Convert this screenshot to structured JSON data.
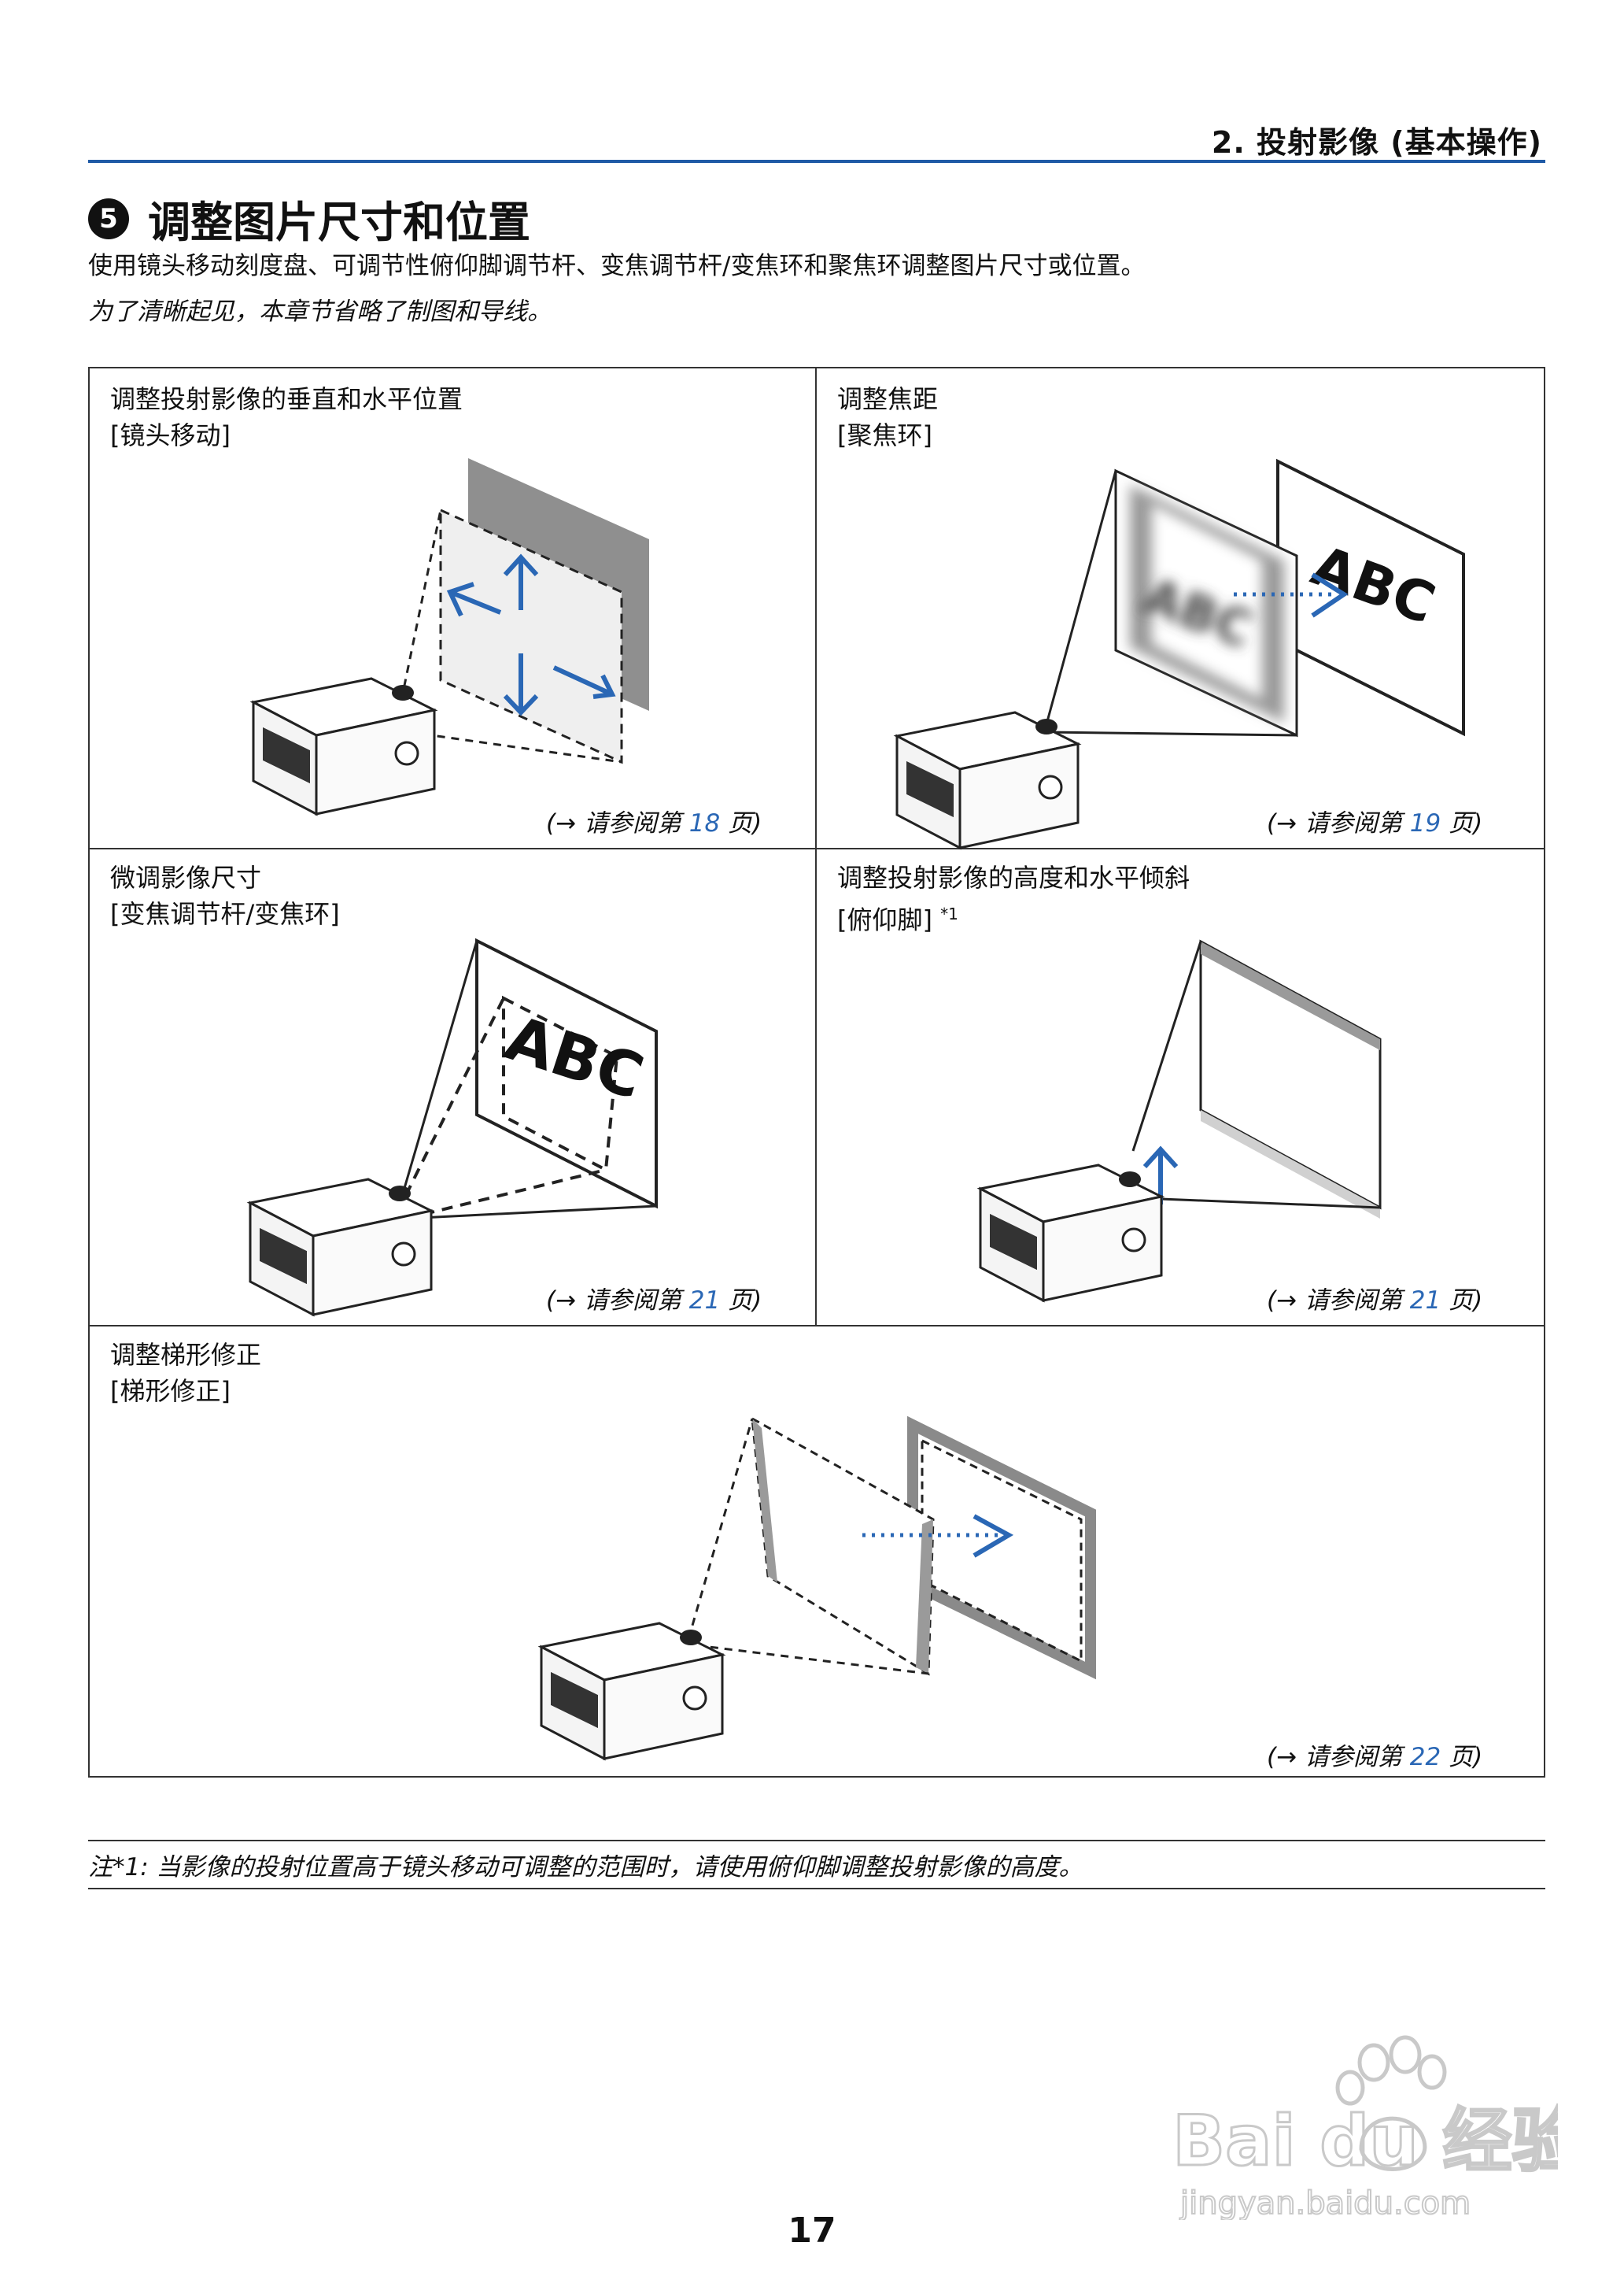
{
  "header": {
    "chapter": "2. 投射影像 (基本操作)"
  },
  "section": {
    "number": "5",
    "title": "调整图片尺寸和位置",
    "intro": "使用镜头移动刻度盘、可调节性俯仰脚调节杆、变焦调节杆/变焦环和聚焦环调整图片尺寸或位置。",
    "note": "为了清晰起见，本章节省略了制图和导线。"
  },
  "cells": [
    {
      "line1": "调整投射影像的垂直和水平位置",
      "line2": "[镜头移动]",
      "ref_prefix": "(→ 请参阅第 ",
      "page": "18",
      "ref_suffix": " 页)"
    },
    {
      "line1": "调整焦距",
      "line2": "[聚焦环]",
      "ref_prefix": "(→ 请参阅第 ",
      "page": "19",
      "ref_suffix": " 页)"
    },
    {
      "line1": "微调影像尺寸",
      "line2": "[变焦调节杆/变焦环]",
      "ref_prefix": "(→ 请参阅第 ",
      "page": "21",
      "ref_suffix": " 页)"
    },
    {
      "line1": "调整投射影像的高度和水平倾斜",
      "line2": "[俯仰脚]",
      "sup": "*1",
      "ref_prefix": "(→ 请参阅第 ",
      "page": "21",
      "ref_suffix": " 页)"
    },
    {
      "line1": "调整梯形修正",
      "line2": "[梯形修正]",
      "ref_prefix": "(→ 请参阅第 ",
      "page": "22",
      "ref_suffix": " 页)"
    }
  ],
  "illustration_text": {
    "abc": "ABC"
  },
  "footnote": "注*1: 当影像的投射位置高于镜头移动可调整的范围时，请使用俯仰脚调整投射影像的高度。",
  "page_number": "17",
  "watermark": {
    "brand": "Bai du 经验",
    "url": "jingyan.baidu.com"
  },
  "colors": {
    "accent": "#1f5aa6",
    "arrow": "#2a67b5",
    "screen_gray": "#8c8c8c"
  }
}
